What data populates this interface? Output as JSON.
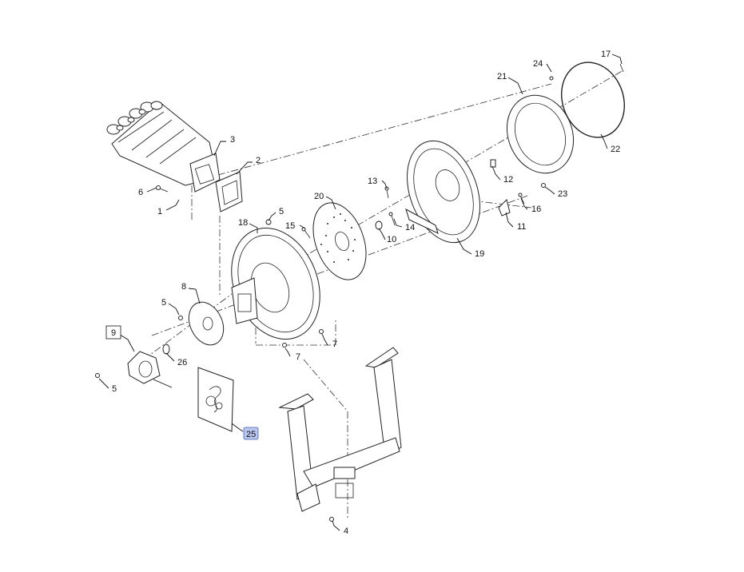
{
  "callouts": {
    "c1": "1",
    "c2": "2",
    "c3": "3",
    "c4": "4",
    "c5a": "5",
    "c5b": "5",
    "c5c": "5",
    "c6": "6",
    "c7a": "7",
    "c7b": "7",
    "c8": "8",
    "c9": "9",
    "c10": "10",
    "c11": "11",
    "c12": "12",
    "c13": "13",
    "c14": "14",
    "c15": "15",
    "c16": "16",
    "c17": "17",
    "c18": "18",
    "c19": "19",
    "c20": "20",
    "c21": "21",
    "c22": "22",
    "c23": "23",
    "c24": "24",
    "c25": "25",
    "c26": "26"
  },
  "highlight": {
    "selected_callout": "25",
    "color": "#b9c6ef"
  }
}
